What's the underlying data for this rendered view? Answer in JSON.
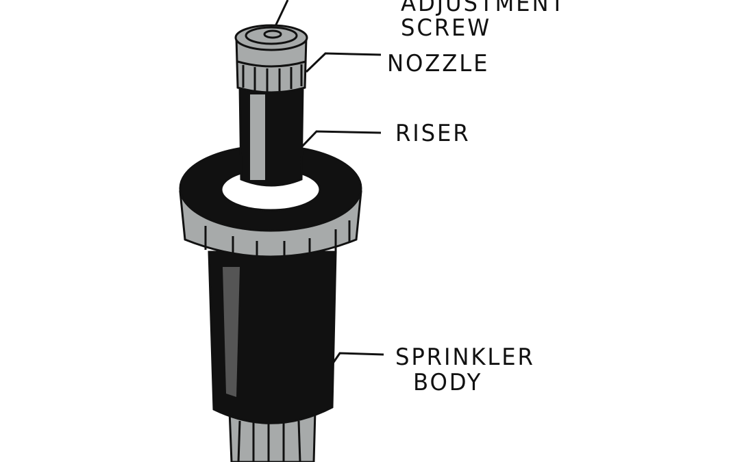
{
  "labels": {
    "adjustment_line1": "ADJUSTMENT",
    "adjustment_line2": "SCREW",
    "nozzle": "NOZZLE",
    "riser": "RISER",
    "body_line1": "SPRINKLER",
    "body_line2": "BODY"
  },
  "colors": {
    "ink": "#111111",
    "gray": "#a7aaaa",
    "white": "#ffffff"
  }
}
